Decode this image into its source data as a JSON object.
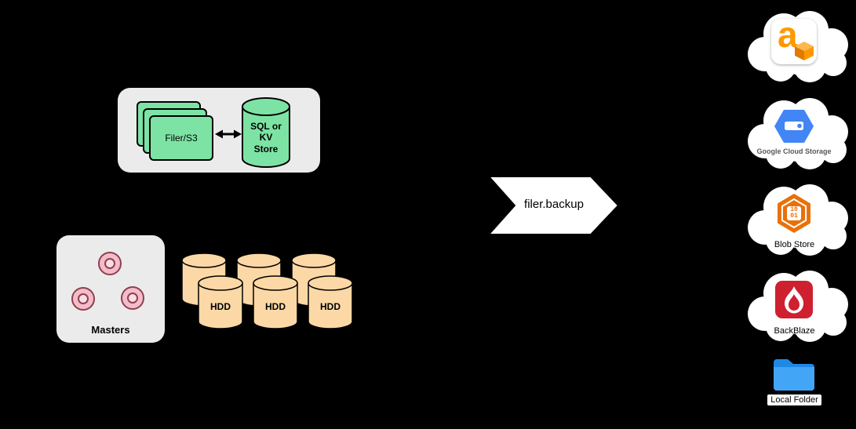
{
  "diagram": {
    "filer_cluster": {
      "label": "Filer/S3",
      "store_label": "SQL or KV Store"
    },
    "masters": {
      "label": "Masters"
    },
    "volumes": {
      "hdd_labels": [
        "HDD",
        "HDD",
        "HDD"
      ]
    },
    "backup_arrow": {
      "label": "filer.backup"
    },
    "destinations": [
      {
        "name": "amazon-s3",
        "glyph": "a"
      },
      {
        "name": "google-cloud-storage",
        "label": "Google Cloud Storage"
      },
      {
        "name": "blob-store",
        "glyph_top": "10",
        "glyph_bottom": "01",
        "label": "Blob Store"
      },
      {
        "name": "backblaze",
        "label": "BackBlaze"
      },
      {
        "name": "local-folder",
        "label": "Local Folder"
      }
    ],
    "colors": {
      "background": "#000000",
      "box_gray": "#ebebeb",
      "filer_green": "#7de3a4",
      "masters_pink": "#f4bcc8",
      "hdd_tan": "#fcd8a6",
      "arrow_white": "#ffffff",
      "aws_orange": "#ff9900",
      "gcs_blue": "#4285f4",
      "blob_orange": "#e8710a",
      "backblaze_red": "#cf2030",
      "folder_blue": "#2196f3"
    }
  }
}
